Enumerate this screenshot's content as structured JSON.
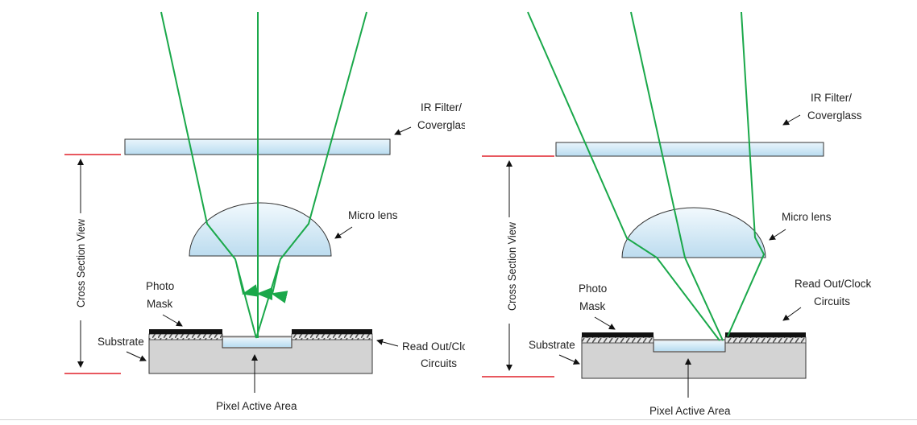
{
  "panels": [
    {
      "id": "normal-incidence",
      "labels": {
        "filter_line1": "IR Filter/",
        "filter_line2": "Coverglass",
        "micro_lens": "Micro lens",
        "photo_line1": "Photo",
        "photo_line2": "Mask",
        "substrate": "Substrate",
        "readout_line1": "Read Out/Clock",
        "readout_line2": "Circuits",
        "active_area": "Pixel Active Area",
        "cross_section": "Cross Section View"
      }
    },
    {
      "id": "oblique-incidence",
      "labels": {
        "filter_line1": "IR Filter/",
        "filter_line2": "Coverglass",
        "micro_lens": "Micro lens",
        "photo_line1": "Photo",
        "photo_line2": "Mask",
        "substrate": "Substrate",
        "readout_line1": "Read Out/Clock",
        "readout_line2": "Circuits",
        "active_area": "Pixel Active Area",
        "cross_section": "Cross Section View"
      }
    }
  ],
  "colors": {
    "ray": "#1aa84a",
    "boundary": "#e0202a",
    "glass": "#cfe8f6",
    "substrate": "#d3d3d3",
    "mask": "#111111"
  }
}
